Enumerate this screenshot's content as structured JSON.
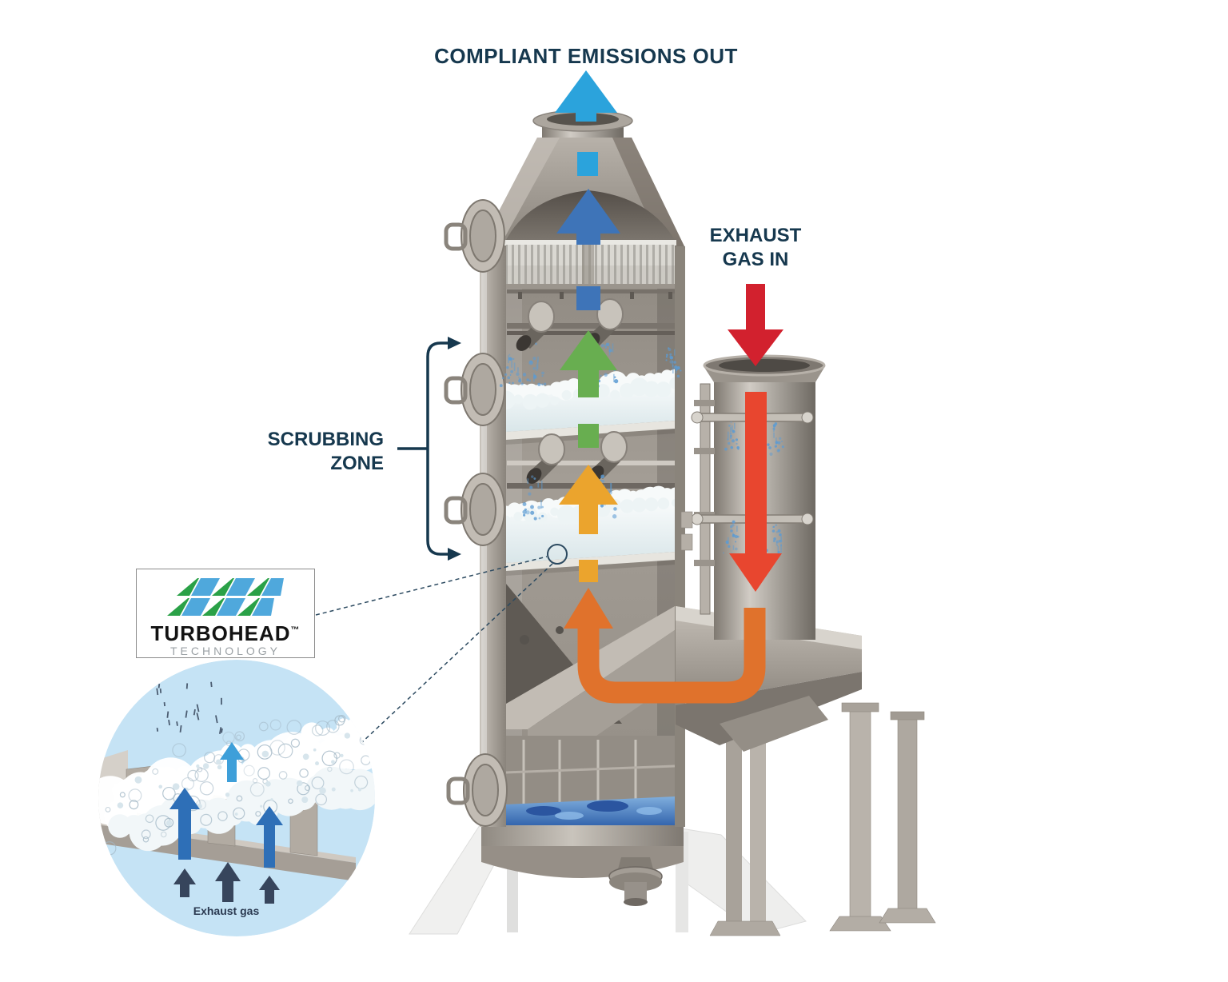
{
  "header": {
    "title": "COMPLIANT EMISSIONS OUT"
  },
  "right_label": {
    "line1": "EXHAUST",
    "line2": "GAS IN"
  },
  "left_label": {
    "line1": "SCRUBBING",
    "line2": "ZONE"
  },
  "logo": {
    "name": "TURBOHEAD",
    "trademark": "™",
    "subtitle": "TECHNOLOGY"
  },
  "inset": {
    "caption": "Exhaust gas"
  },
  "colors": {
    "label_navy": "#16384E",
    "cyan": "#2BA3DC",
    "blue": "#3E74B8",
    "green": "#68AE50",
    "yellow": "#EBA42D",
    "orange": "#E0722C",
    "red_orange": "#E8462F",
    "red": "#D2212E",
    "inset_navy": "#37455C",
    "inset_blue": "#2E6FB7",
    "inset_light_blue": "#3E9FD9",
    "logo_green": "#2AA147",
    "logo_blue": "#4FA8DC"
  },
  "flow_arrows": [
    {
      "name": "compliant-emissions-out-arrow",
      "direction": "up",
      "color_key": "cyan"
    },
    {
      "name": "clean-gas-stack-arrow",
      "direction": "up",
      "color_key": "blue"
    },
    {
      "name": "upper-scrubbing-arrow",
      "direction": "up",
      "color_key": "green"
    },
    {
      "name": "lower-scrubbing-arrow",
      "direction": "up",
      "color_key": "yellow"
    },
    {
      "name": "inlet-u-turn-arrow",
      "direction": "u-turn-up",
      "color_key": "orange"
    },
    {
      "name": "quench-downflow-arrow",
      "direction": "down",
      "color_key": "red_orange"
    },
    {
      "name": "exhaust-gas-in-arrow",
      "direction": "down",
      "color_key": "red"
    },
    {
      "name": "inset-exhaust-arrows",
      "direction": "up",
      "color_key": "inset_navy"
    },
    {
      "name": "inset-bubbling-arrows",
      "direction": "up",
      "color_key": "inset_blue"
    },
    {
      "name": "inset-cleaned-arrow",
      "direction": "up",
      "color_key": "inset_light_blue"
    }
  ]
}
